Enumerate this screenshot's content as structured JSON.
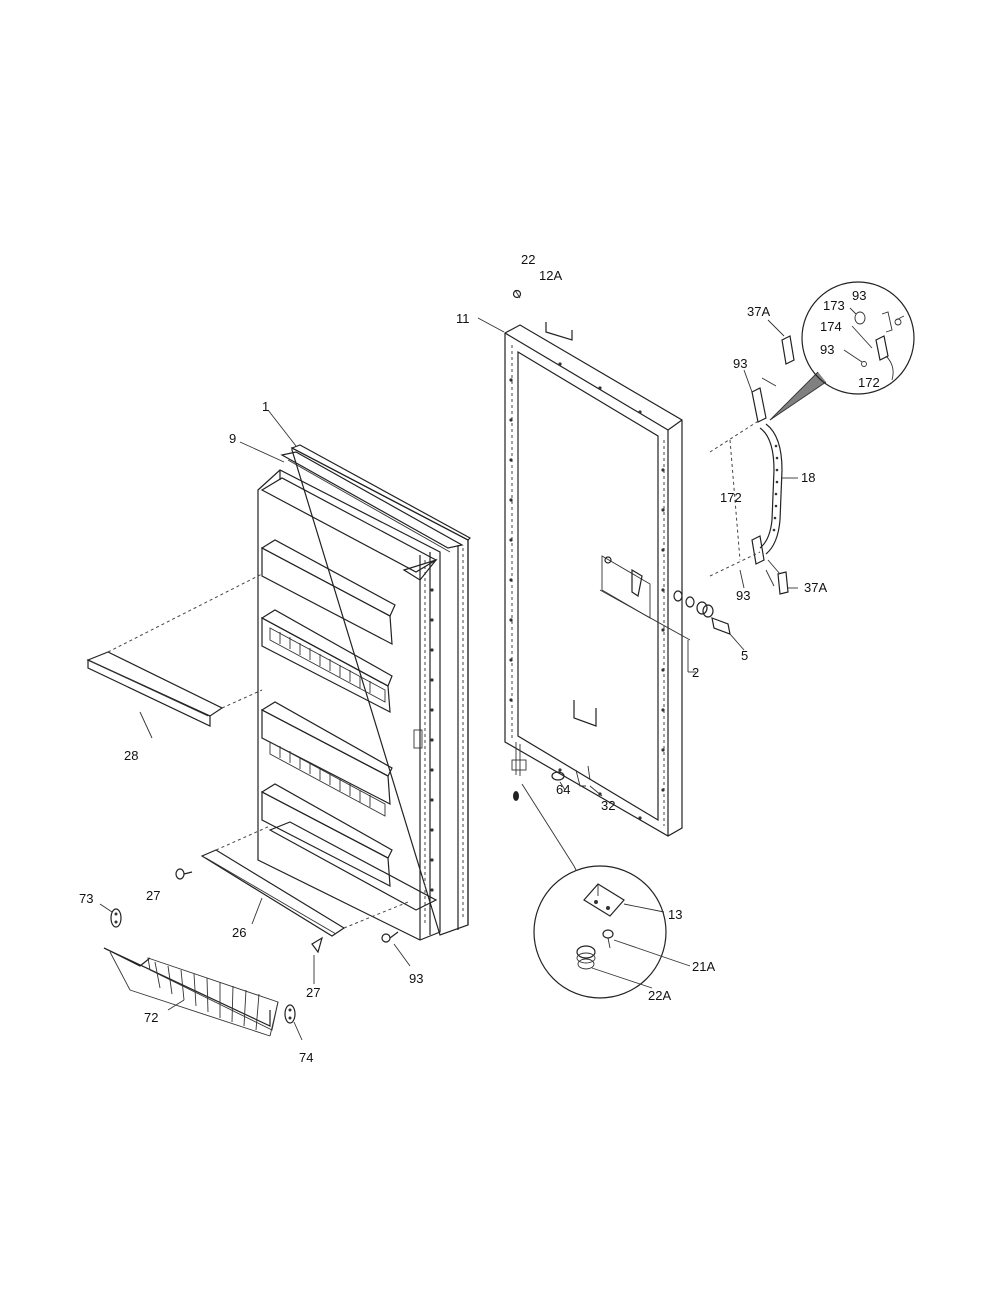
{
  "labels": {
    "door_liner": "1",
    "gasket": "9",
    "door_panel": "11",
    "hinge_cover": "12A",
    "screw_top": "22",
    "shelf": "28",
    "shelf_bottom": "26",
    "screw_27a": "27",
    "screw_27b": "27",
    "shelf_end_left": "73",
    "basket": "72",
    "shelf_end_right": "74",
    "screw_93_bottom": "93",
    "handle_kit": "2",
    "lock_cylinder": "5",
    "handle": "18",
    "handle_screw_172": "172",
    "handle_screw_93_upper": "93",
    "handle_screw_93_lower": "93",
    "endcap_37a_top": "37A",
    "endcap_37a_bottom": "37A",
    "plug_64": "64",
    "spacer_32": "32",
    "bracket_13": "13",
    "screw_21a": "21A",
    "spring_22a": "22A",
    "detail_93a": "93",
    "detail_173": "173",
    "detail_174": "174",
    "detail_93b": "93",
    "detail_172": "172"
  }
}
